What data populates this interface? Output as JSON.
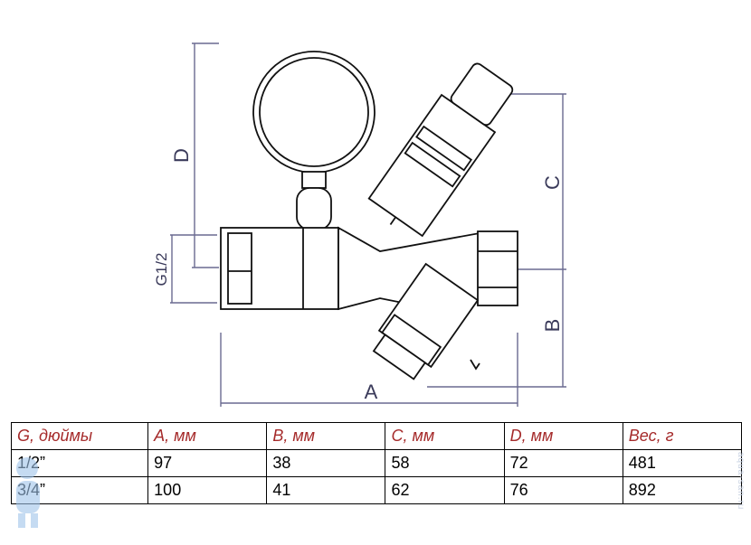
{
  "dimensions": {
    "d": "D",
    "c": "C",
    "b": "B",
    "a": "A",
    "g": "G1/2"
  },
  "table": {
    "headers": [
      "G, дюймы",
      "A, мм",
      "B, мм",
      "C, мм",
      "D, мм",
      "Вес, г"
    ],
    "rows": [
      [
        "1/2”",
        "97",
        "38",
        "58",
        "72",
        "481"
      ],
      [
        "3/4”",
        "100",
        "41",
        "62",
        "76",
        "892"
      ]
    ]
  },
  "watermark": "aqua-san.ru",
  "colors": {
    "header_text": "#a52a2a",
    "dimension_lines": "#5a5a8a"
  }
}
